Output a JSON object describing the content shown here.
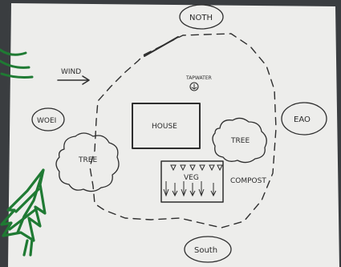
{
  "labels": {
    "north": "NOTH",
    "south": "South",
    "east": "EAO",
    "west": "WOEI",
    "wind": "WIND",
    "tapwater": "TAPWATER",
    "house": "HOUSE",
    "tree_left": "TREE",
    "tree_right": "TREE",
    "veg": "VEG",
    "compost": "COMPOST"
  },
  "colors": {
    "paper": "#ededeb",
    "pencil": "#2e2e2e",
    "marker_green": "#1f7a33"
  }
}
